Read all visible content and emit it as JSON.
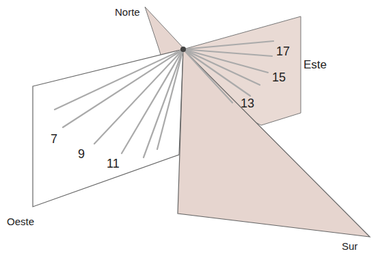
{
  "diagram": {
    "labels": [
      "Norte",
      "Este",
      "Oeste",
      "Sur",
      "7",
      "9",
      "11",
      "13",
      "15",
      "17"
    ]
  }
}
